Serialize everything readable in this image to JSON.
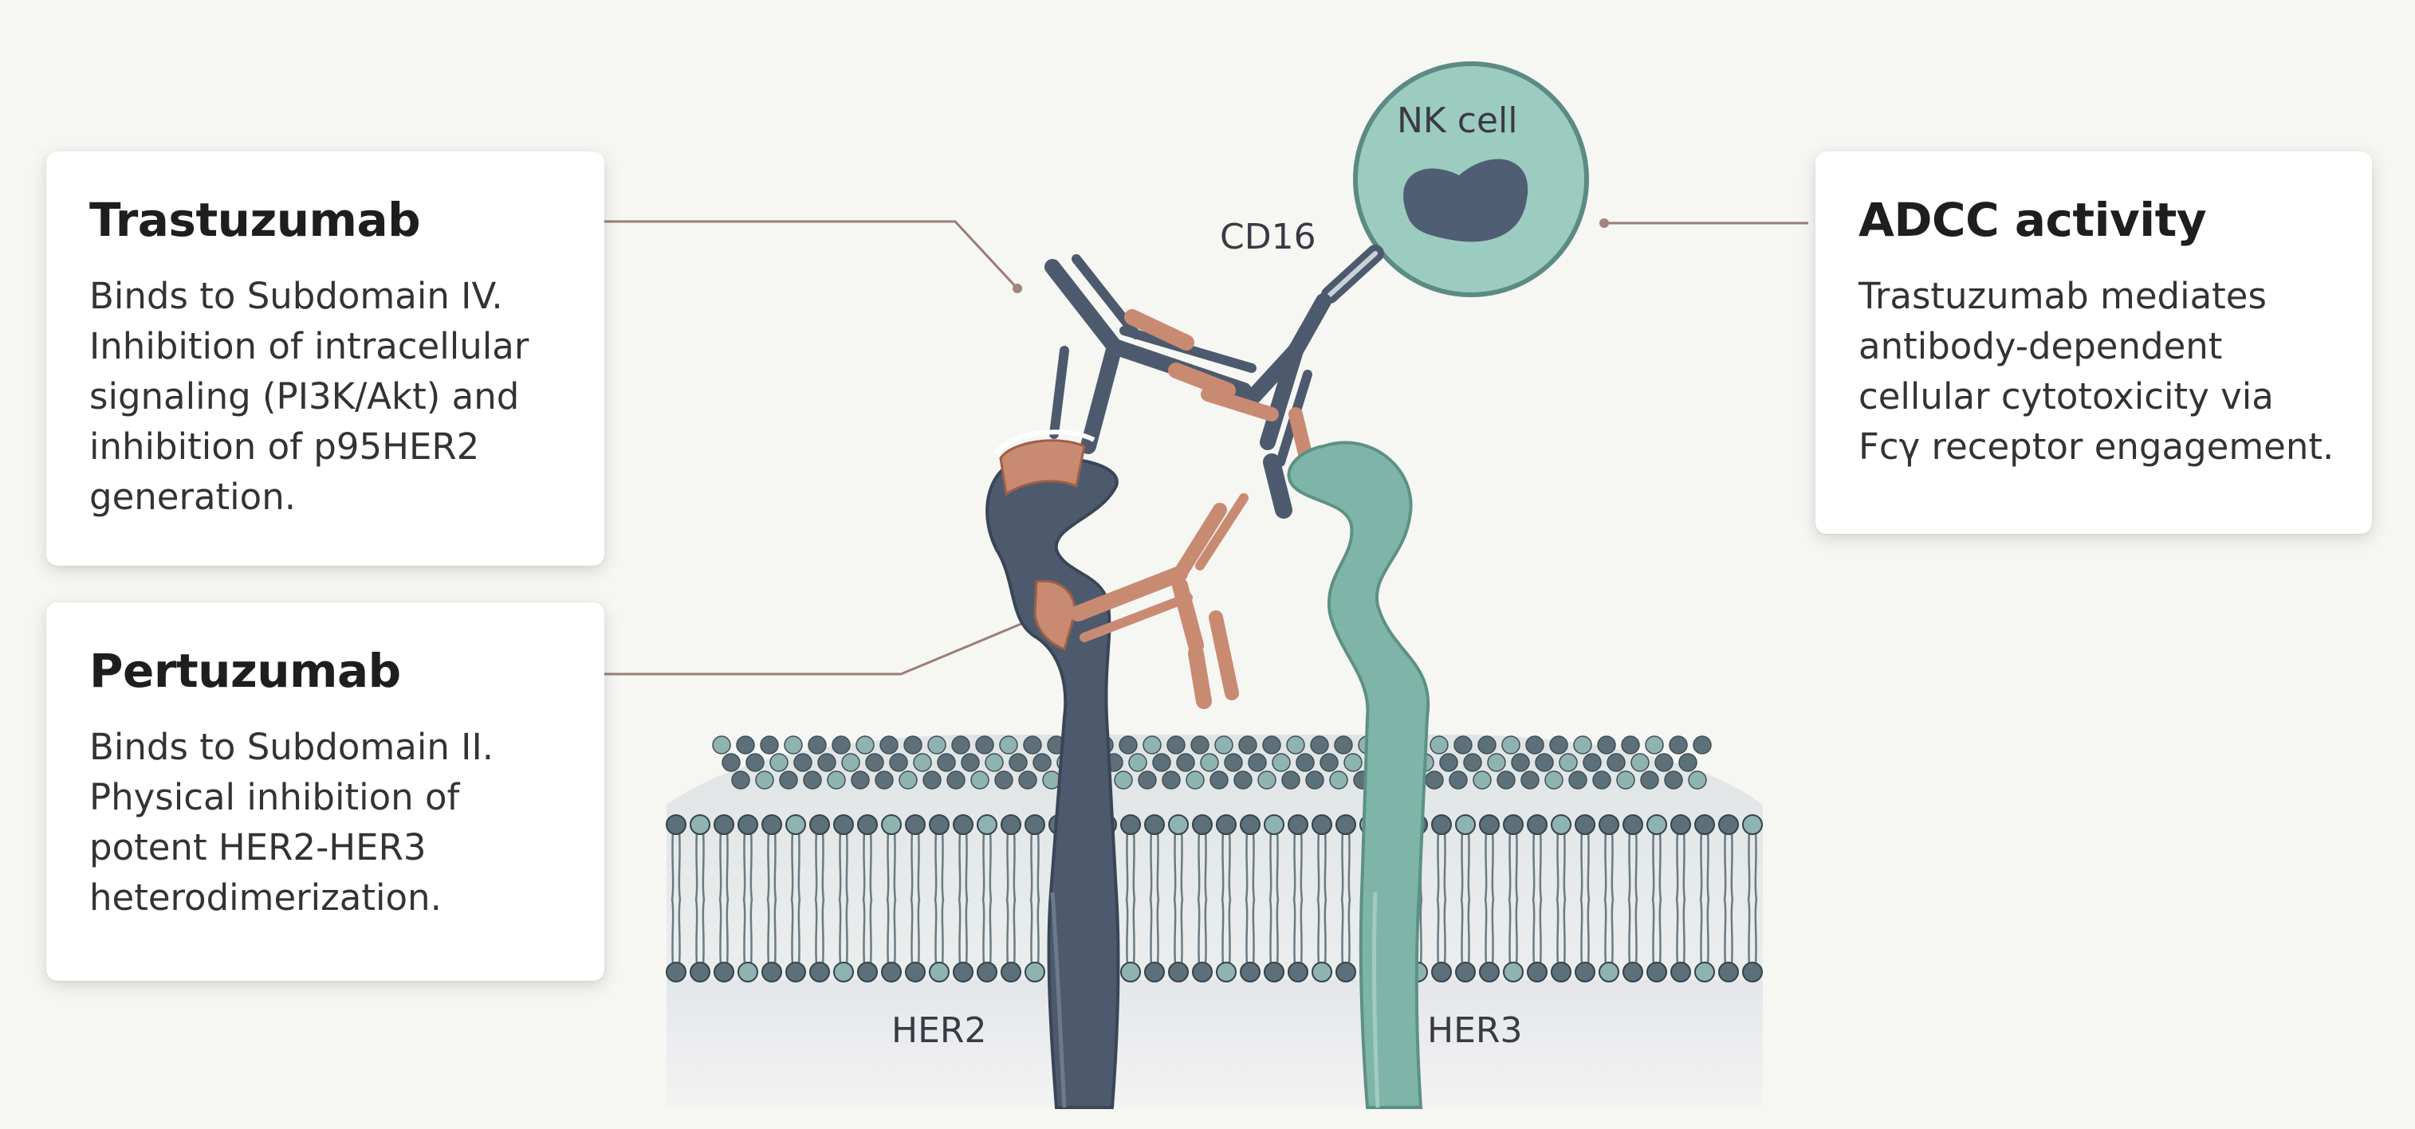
{
  "trastuzumab": {
    "title": "Trastuzumab",
    "lines": [
      "Binds to Subdomain IV.",
      "Inhibition of intracellular",
      "signaling (PI3K/Akt) and",
      "inhibition of p95HER2",
      "generation."
    ]
  },
  "pertuzumab": {
    "title": "Pertuzumab",
    "lines": [
      "Binds to Subdomain II.",
      "Physical inhibition of",
      "potent HER2-HER3",
      "heterodimerization."
    ]
  },
  "adcc": {
    "title": "ADCC activity",
    "lines": [
      "Trastuzumab mediates",
      "antibody-dependent",
      "cellular cytotoxicity via",
      "Fcγ receptor engagement."
    ]
  },
  "labels": {
    "nk_cell": "NK cell",
    "cd16": "CD16",
    "her2": "HER2",
    "her3": "HER3"
  },
  "colors": {
    "her2": "#4d5a6d",
    "her3": "#7fb5a8",
    "antibody": "#c98a72",
    "nk_cell": "#9ccbbf",
    "membrane_head_dark": "#5d6f78",
    "membrane_head_light": "#8fb3b0",
    "leader_line": "#9a7e78"
  }
}
